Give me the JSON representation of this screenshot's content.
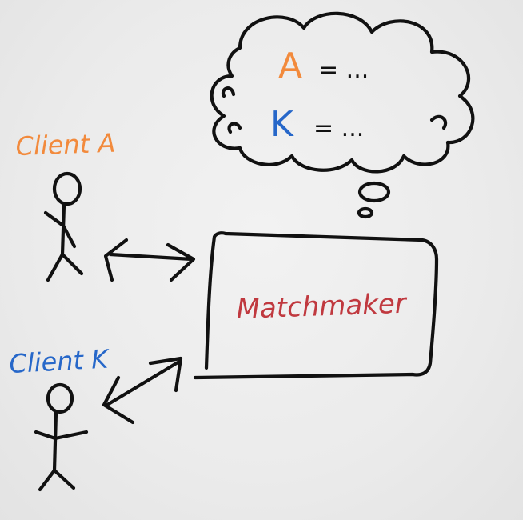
{
  "labels": {
    "client_a": "Client A",
    "client_k": "Client K",
    "matchmaker": "Matchmaker"
  },
  "thought": {
    "line_a_key": "A",
    "line_a_rest": "= ...",
    "line_k_key": "K",
    "line_k_rest": "= ..."
  },
  "colors": {
    "client_a": "#f28a3c",
    "client_k": "#2667c9",
    "matchmaker": "#c0393f",
    "ink": "#111111",
    "background": "#ececec"
  }
}
